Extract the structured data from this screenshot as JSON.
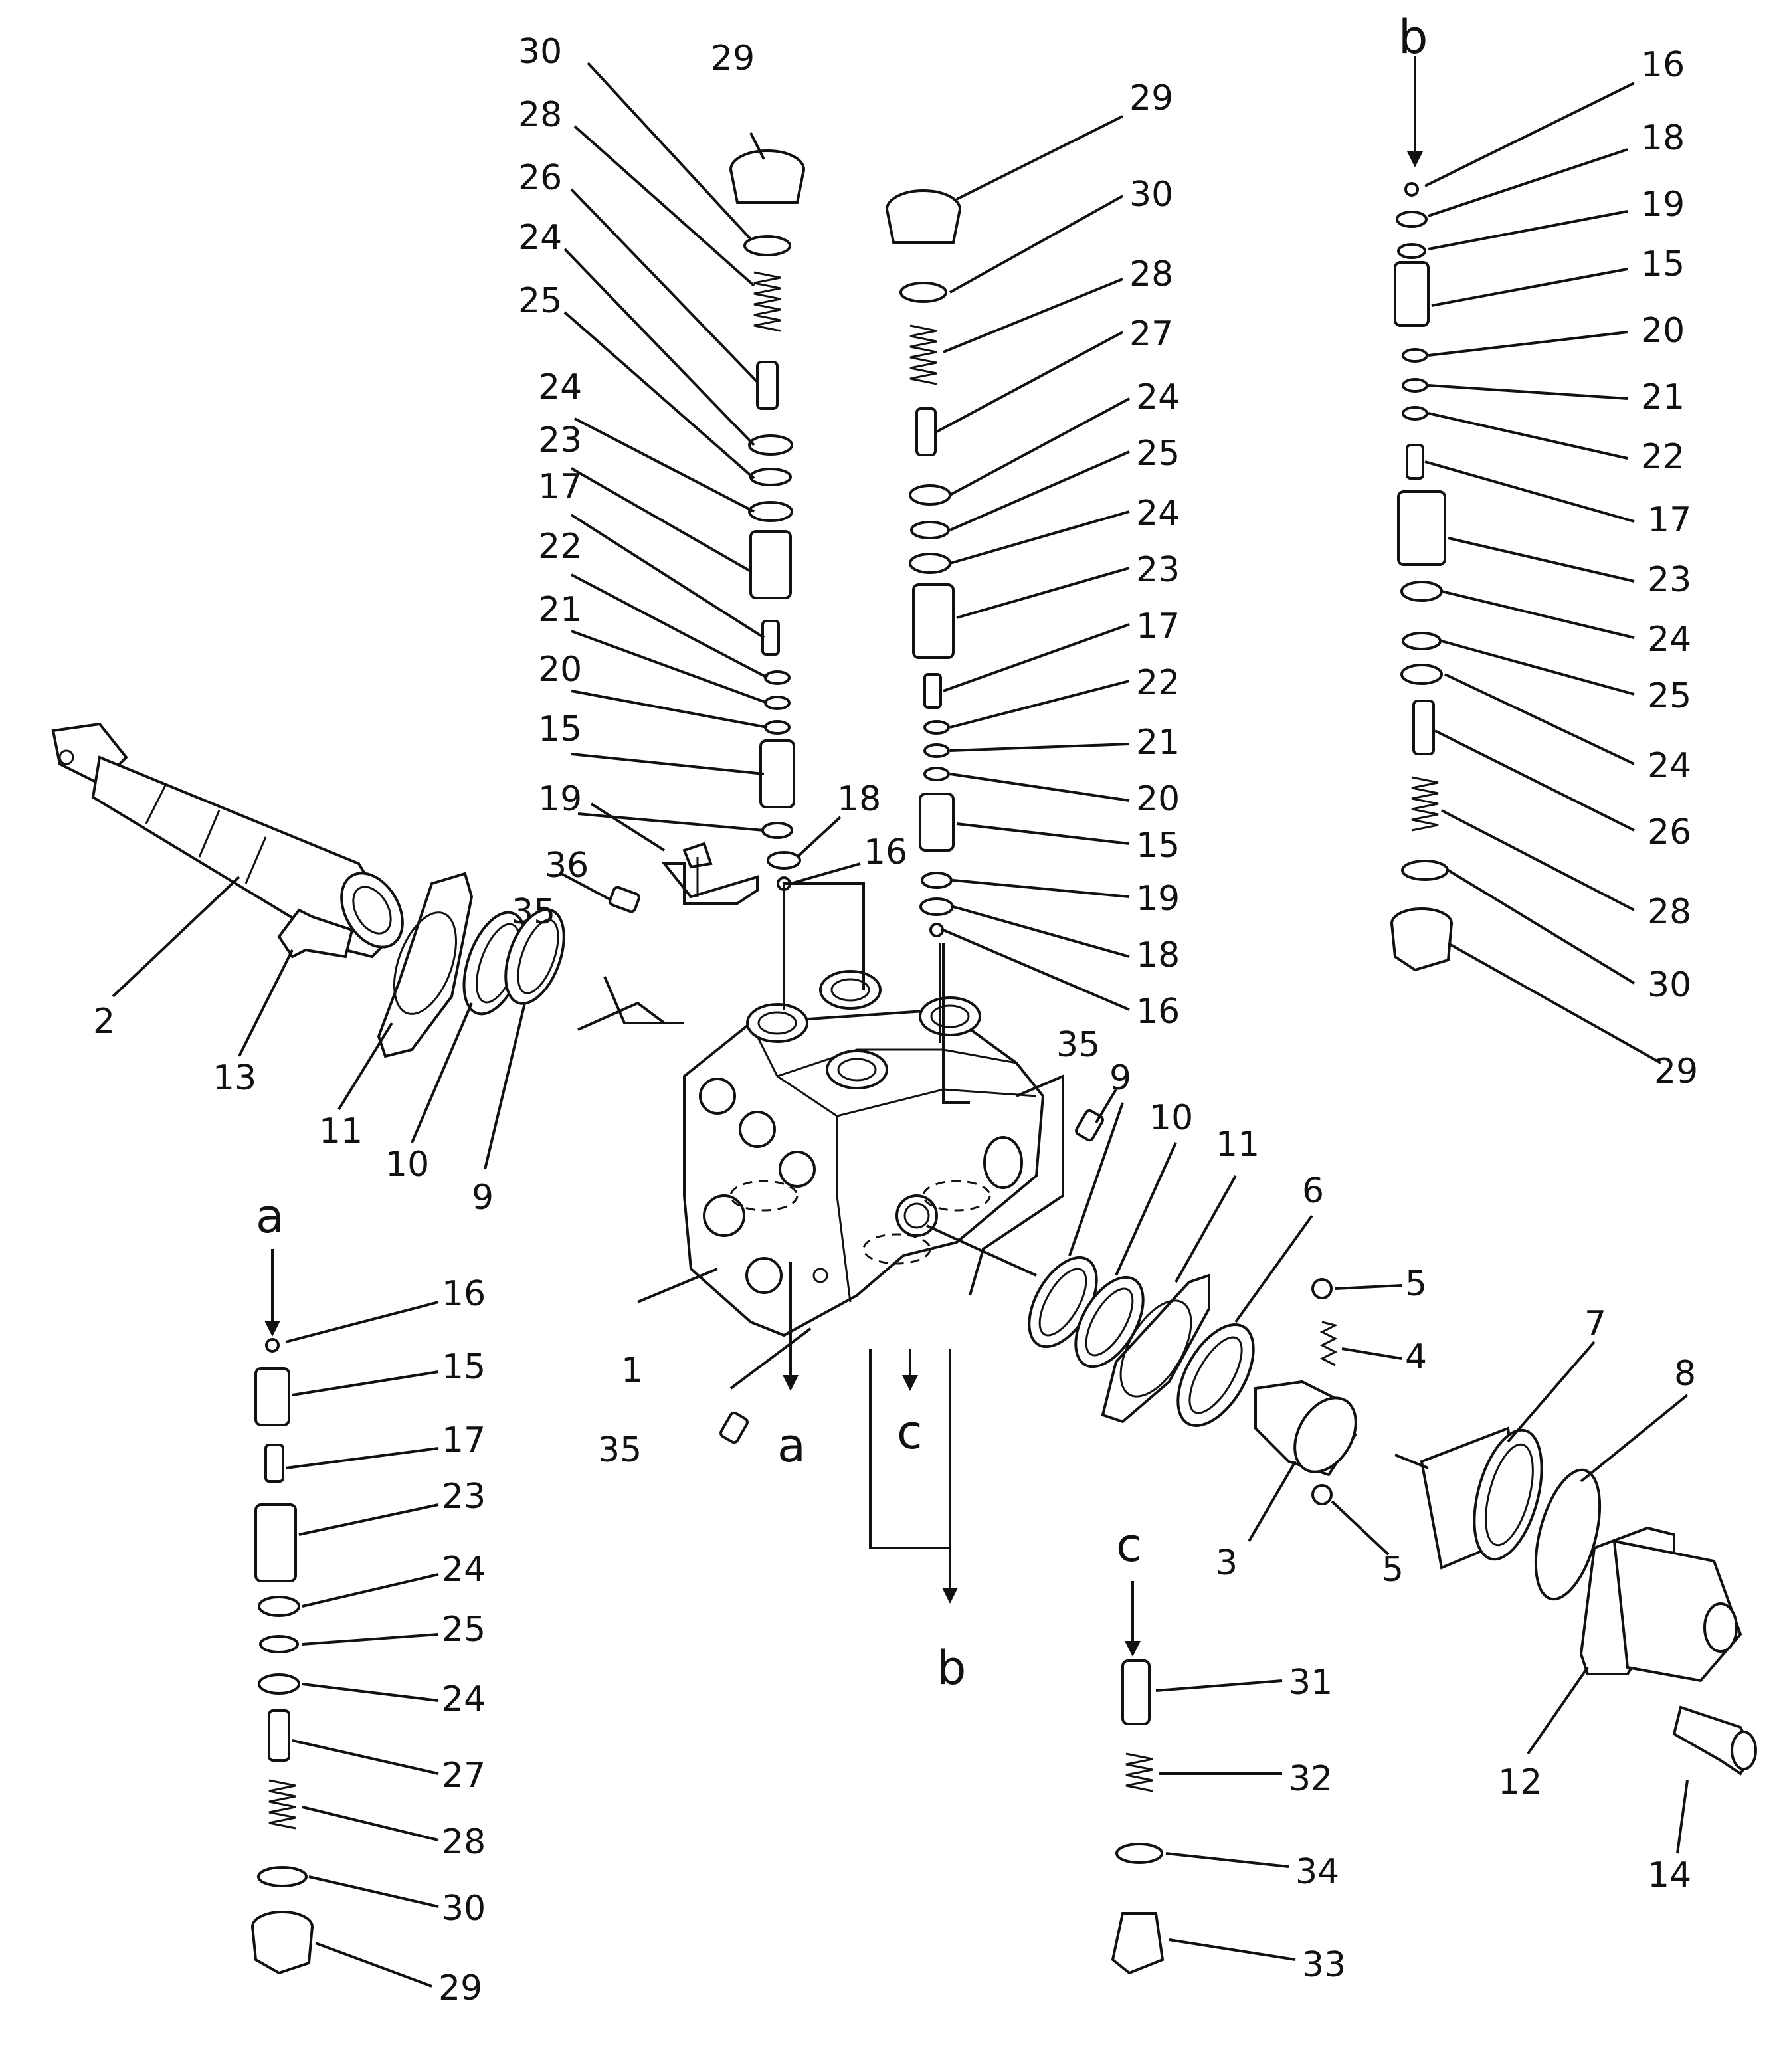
{
  "diagram": {
    "ref_labels": {
      "a": "a",
      "b": "b",
      "c": "c"
    },
    "callout_numbers": [
      "1",
      "2",
      "3",
      "4",
      "5",
      "6",
      "7",
      "8",
      "9",
      "10",
      "11",
      "12",
      "13",
      "14",
      "15",
      "16",
      "17",
      "18",
      "19",
      "20",
      "21",
      "22",
      "23",
      "24",
      "25",
      "26",
      "27",
      "28",
      "29",
      "30",
      "31",
      "32",
      "33",
      "34",
      "35",
      "36"
    ]
  }
}
